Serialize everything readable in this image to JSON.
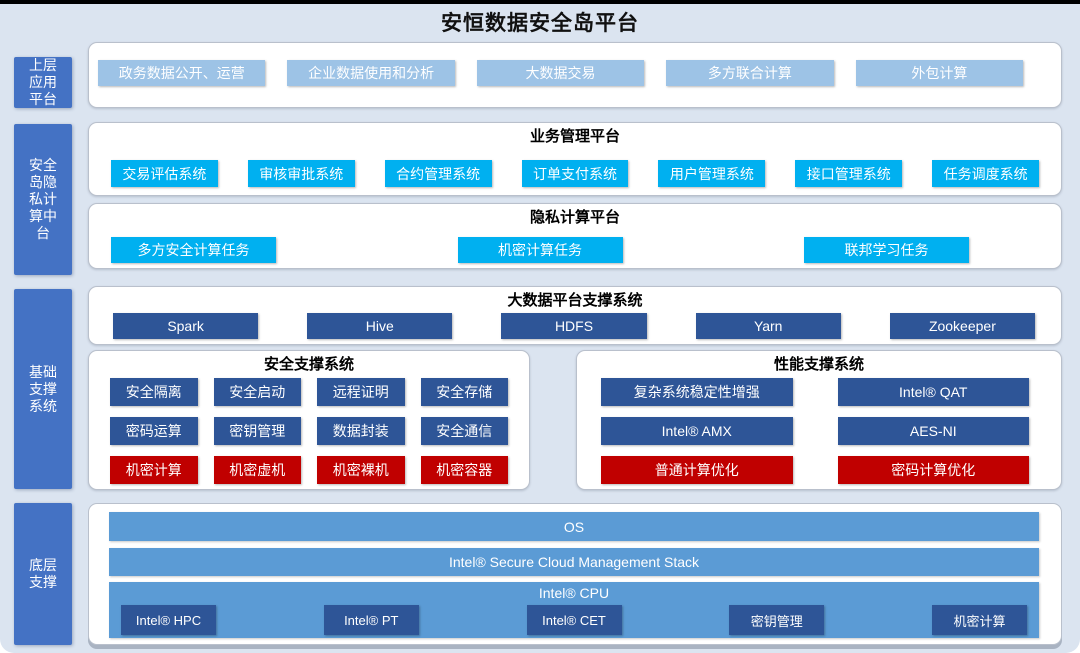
{
  "title": "安恒数据安全岛平台",
  "side_labels": {
    "upper": "上层应用平台",
    "middle": "安全岛隐私计算中台",
    "base": "基础支撑系统",
    "bottom": "底层支撑"
  },
  "upper_apps": {
    "items": [
      "政务数据公开、运营",
      "企业数据使用和分析",
      "大数据交易",
      "多方联合计算",
      "外包计算"
    ]
  },
  "business_platform": {
    "title": "业务管理平台",
    "items": [
      "交易评估系统",
      "审核审批系统",
      "合约管理系统",
      "订单支付系统",
      "用户管理系统",
      "接口管理系统",
      "任务调度系统"
    ]
  },
  "privacy_platform": {
    "title": "隐私计算平台",
    "items": [
      "多方安全计算任务",
      "机密计算任务",
      "联邦学习任务"
    ]
  },
  "bigdata_platform": {
    "title": "大数据平台支撑系统",
    "items": [
      "Spark",
      "Hive",
      "HDFS",
      "Yarn",
      "Zookeeper"
    ]
  },
  "security_support": {
    "title": "安全支撑系统",
    "row1": [
      "安全隔离",
      "安全启动",
      "远程证明",
      "安全存储"
    ],
    "row2": [
      "密码运算",
      "密钥管理",
      "数据封装",
      "安全通信"
    ],
    "row3": [
      "机密计算",
      "机密虚机",
      "机密裸机",
      "机密容器"
    ]
  },
  "performance_support": {
    "title": "性能支撑系统",
    "row1": [
      "复杂系统稳定性增强",
      "Intel® QAT"
    ],
    "row2": [
      "Intel® AMX",
      "AES-NI"
    ],
    "row3": [
      "普通计算优化",
      "密码计算优化"
    ]
  },
  "bottom_layer": {
    "os": "OS",
    "stack": "Intel® Secure Cloud Management Stack",
    "cpu": "Intel® CPU",
    "cpu_items": [
      "Intel® HPC",
      "Intel® PT",
      "Intel® CET",
      "密钥管理",
      "机密计算"
    ]
  },
  "colors": {
    "background": "#dbe4f0",
    "side_label_blue": "#4472c4",
    "light_blue": "#9dc3e6",
    "cyan": "#00b0f0",
    "navy": "#2e5597",
    "red": "#c00000",
    "bar_blue": "#5b9bd5"
  }
}
